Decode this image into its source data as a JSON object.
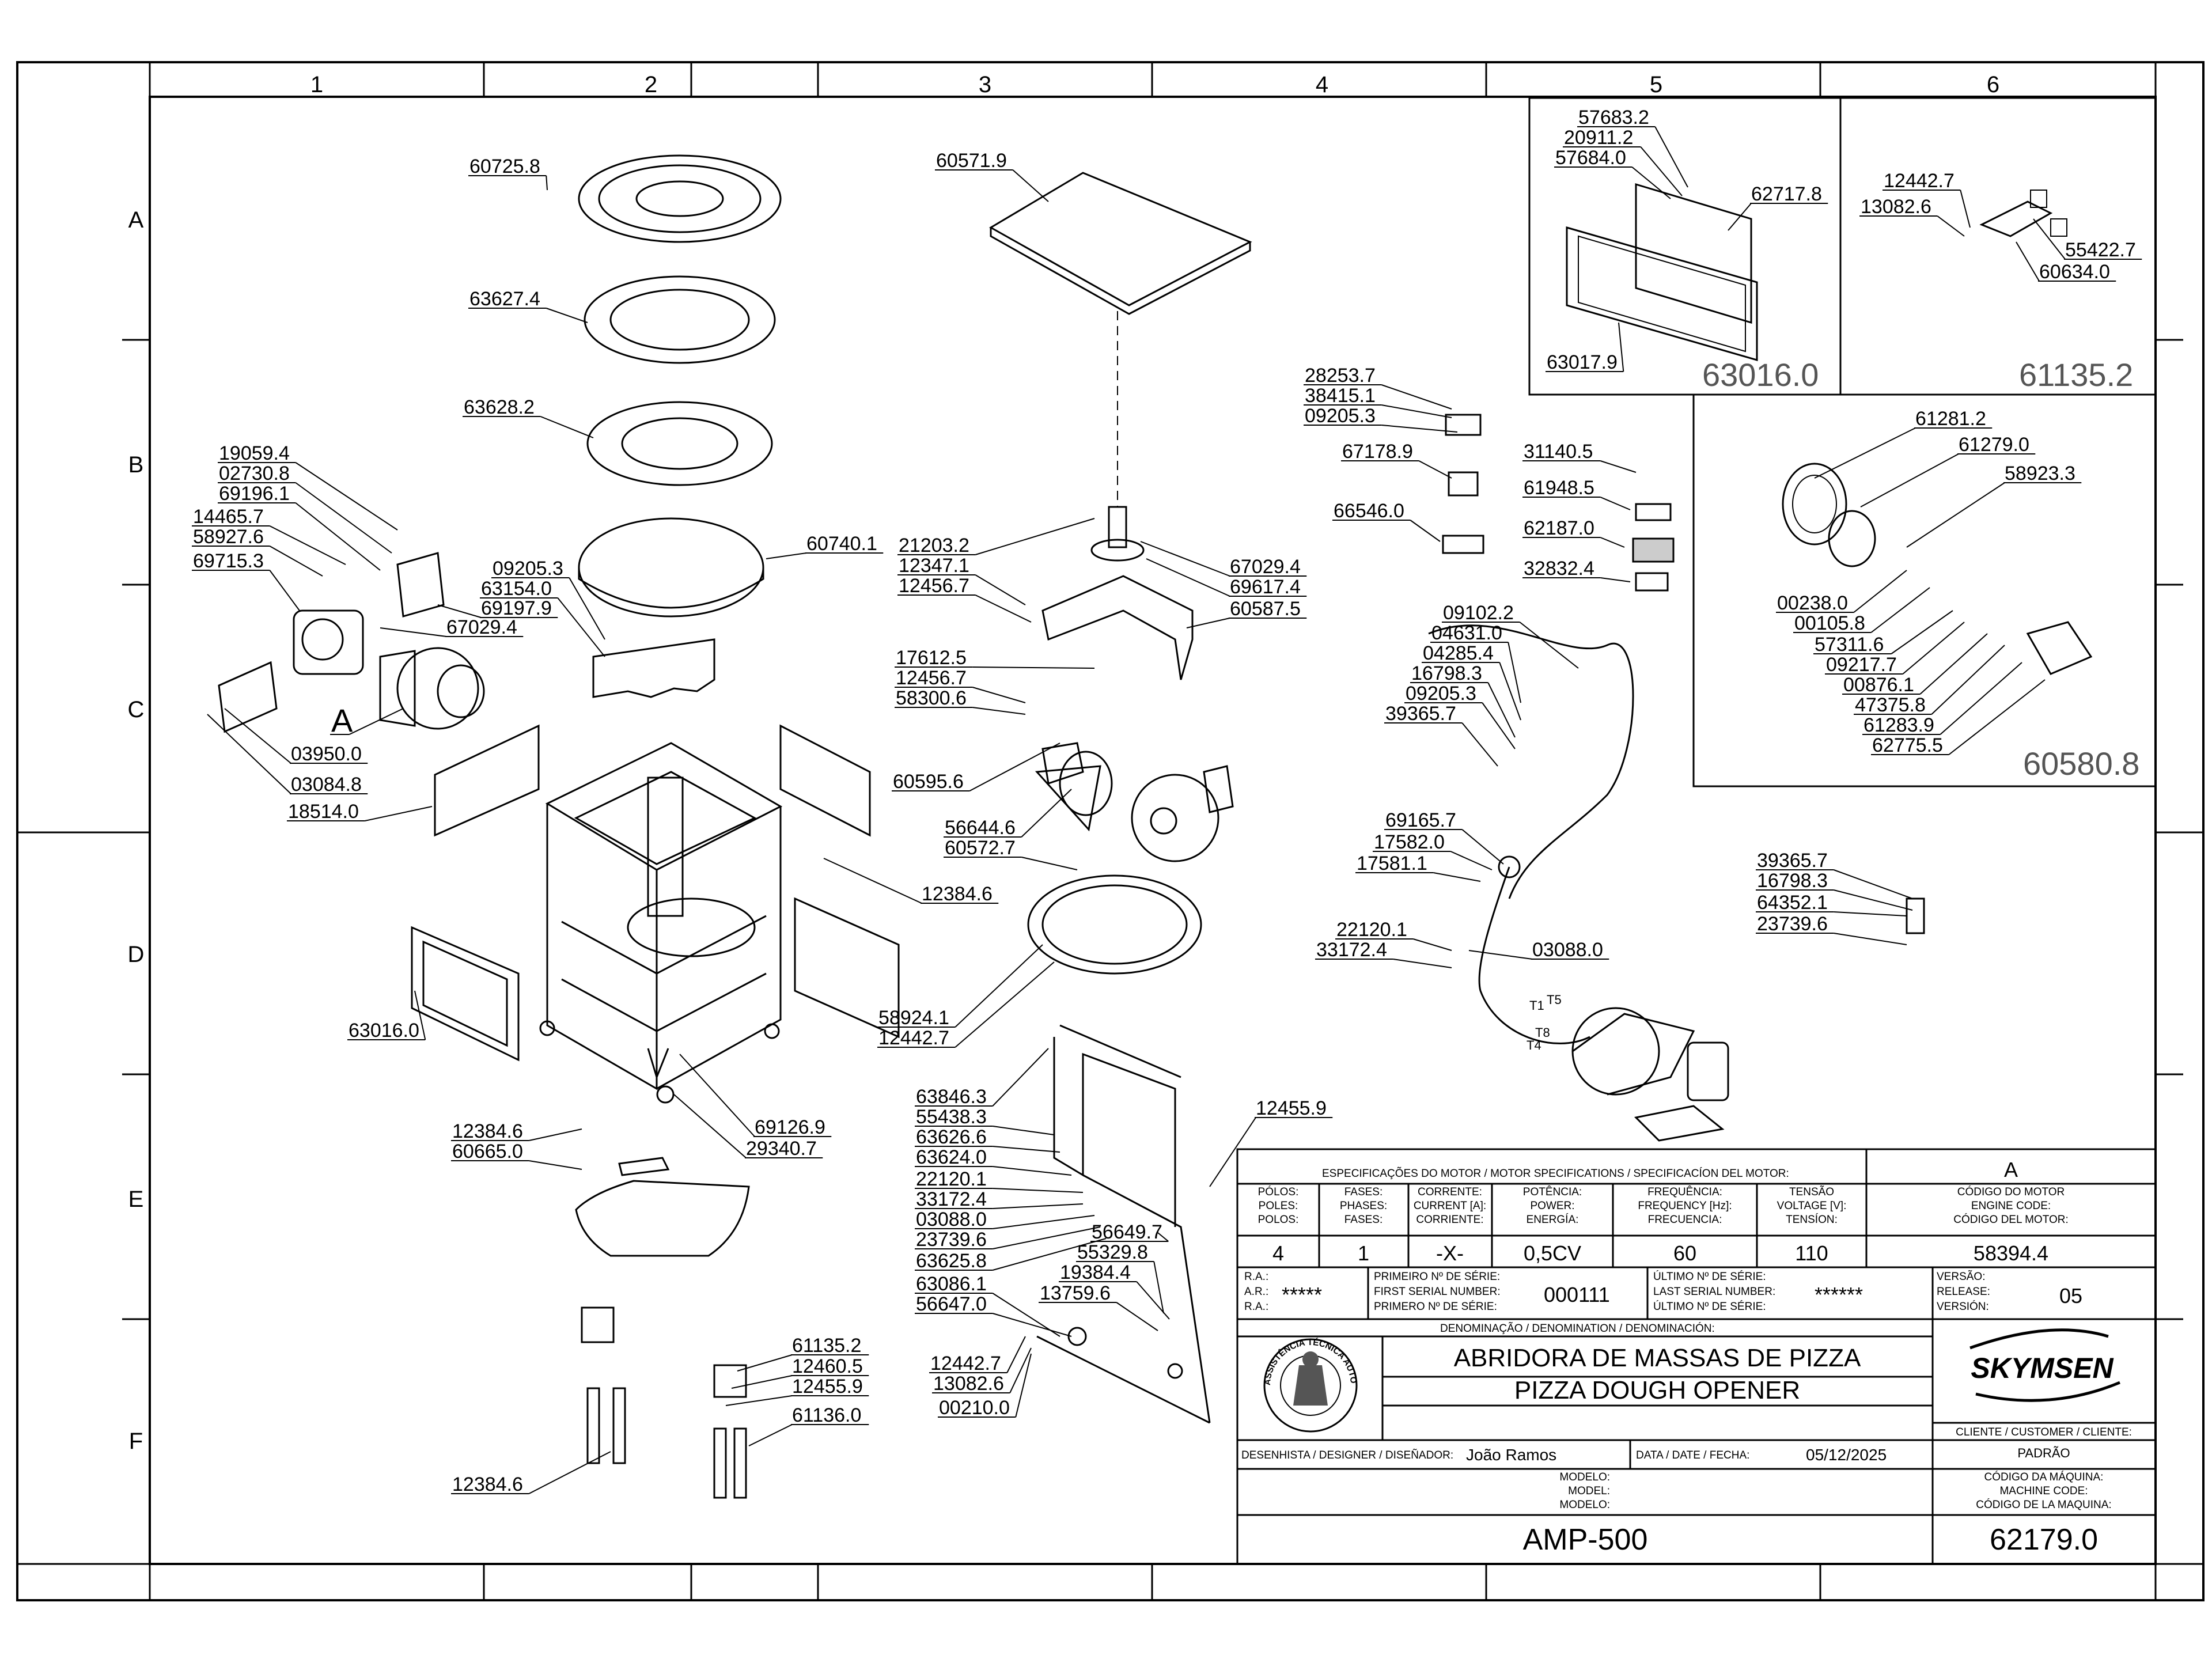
{
  "grid": {
    "columns": [
      "1",
      "2",
      "3",
      "4",
      "5",
      "6"
    ],
    "rows": [
      "A",
      "B",
      "C",
      "D",
      "E",
      "F"
    ]
  },
  "callouts": {
    "left_group": [
      "60725.8",
      "63627.4",
      "63628.2",
      "60740.1",
      "19059.4",
      "02730.8",
      "69196.1",
      "14465.7",
      "58927.6",
      "69715.3",
      "09205.3",
      "63154.0",
      "69197.9",
      "67029.4",
      "A",
      "03950.0",
      "03084.8",
      "18514.0",
      "63016.0",
      "12384.6",
      "60665.0",
      "69126.9",
      "29340.7"
    ],
    "center_group": [
      "60571.9",
      "21203.2",
      "12347.1",
      "12456.7",
      "67029.4",
      "69617.4",
      "60587.5",
      "17612.5",
      "12456.7",
      "58300.6",
      "60595.6",
      "56644.6",
      "60572.7",
      "12384.6",
      "58924.1",
      "12442.7"
    ],
    "bottom_group": [
      "61135.2",
      "12460.5",
      "12455.9",
      "61136.0",
      "12384.6",
      "63846.3",
      "55438.3",
      "63626.6",
      "63624.0",
      "22120.1",
      "33172.4",
      "03088.0",
      "23739.6",
      "63625.8",
      "63086.1",
      "56647.0",
      "56649.7",
      "55329.8",
      "19384.4",
      "13759.6",
      "12442.7",
      "13082.6",
      "00210.0",
      "12455.9"
    ],
    "electrical_group": [
      "28253.7",
      "38415.1",
      "09205.3",
      "67178.9",
      "31140.5",
      "61948.5",
      "66546.0",
      "62187.0",
      "32832.4",
      "09102.2",
      "04631.0",
      "04285.4",
      "16798.3",
      "09205.3",
      "39365.7",
      "69165.7",
      "17582.0",
      "17581.1",
      "22120.1",
      "33172.4",
      "03088.0",
      "39365.7",
      "16798.3",
      "64352.1",
      "23739.6"
    ],
    "motor_labels": [
      "T1",
      "T5",
      "T8",
      "T4"
    ],
    "inset_63016": [
      "57683.2",
      "20911.2",
      "57684.0",
      "62717.8",
      "63017.9"
    ],
    "inset_61135": [
      "12442.7",
      "13082.6",
      "55422.7",
      "60634.0"
    ],
    "inset_60580": [
      "61281.2",
      "61279.0",
      "58923.3",
      "00238.0",
      "00105.8",
      "57311.6",
      "09217.7",
      "00876.1",
      "47375.8",
      "61283.9",
      "62775.5"
    ]
  },
  "insets": {
    "a": "63016.0",
    "b": "61135.2",
    "c": "60580.8"
  },
  "title_block": {
    "motor_spec_title": "ESPECIFICAÇÕES DO MOTOR / MOTOR SPECIFICATIONS / SPECIFICACÍON DEL MOTOR:",
    "rev_letter": "A",
    "headers": [
      {
        "l1": "PÓLOS:",
        "l2": "POLES:",
        "l3": "POLOS:",
        "value": "4"
      },
      {
        "l1": "FASES:",
        "l2": "PHASES:",
        "l3": "FASES:",
        "value": "1"
      },
      {
        "l1": "CORRENTE:",
        "l2": "CURRENT [A]:",
        "l3": "CORRIENTE:",
        "value": "-X-"
      },
      {
        "l1": "POTÊNCIA:",
        "l2": "POWER:",
        "l3": "ENERGÍA:",
        "value": "0,5CV"
      },
      {
        "l1": "FREQUÊNCIA:",
        "l2": "FREQUENCY [Hz]:",
        "l3": "FRECUENCIA:",
        "value": "60"
      },
      {
        "l1": "TENSÃO",
        "l2": "VOLTAGE [V]:",
        "l3": "TENSÍON:",
        "value": "110"
      },
      {
        "l1": "CÓDIGO DO MOTOR",
        "l2": "ENGINE CODE:",
        "l3": "CÓDIGO DEL MOTOR:",
        "value": "58394.4"
      }
    ],
    "ra_labels": [
      "R.A.:",
      "A.R.:",
      "R.A.:"
    ],
    "ra_value": "*****",
    "first_serial_labels": [
      "PRIMEIRO Nº DE SÉRIE:",
      "FIRST SERIAL NUMBER:",
      "PRIMERO Nº DE SÉRIE:"
    ],
    "first_serial_value": "000111",
    "last_serial_labels": [
      "ÚLTIMO Nº DE SÉRIE:",
      "LAST SERIAL NUMBER:",
      "ÚLTIMO Nº DE SÉRIE:"
    ],
    "last_serial_value": "******",
    "version_labels": [
      "VERSÃO:",
      "RELEASE:",
      "VERSIÓN:"
    ],
    "version_value": "05",
    "denomination_label": "DENOMINAÇÃO / DENOMINATION / DENOMINACIÓN:",
    "name_pt": "ABRIDORA DE MASSAS DE PIZZA",
    "name_en": "PIZZA DOUGH OPENER",
    "seal_text": "ASSISTÊNCIA TÉCNICA AUTORIZADA",
    "brand": "SKYMSEN",
    "client_label": "CLIENTE / CUSTOMER / CLIENTE:",
    "client_value": "PADRÃO",
    "designer_label": "DESENHISTA / DESIGNER / DISEÑADOR:",
    "designer_value": "João Ramos",
    "date_label": "DATA / DATE / FECHA:",
    "date_value": "05/12/2025",
    "machine_code_labels": [
      "CÓDIGO DA MÁQUINA:",
      "MACHINE CODE:",
      "CÓDIGO DE LA MAQUINA:"
    ],
    "model_labels": [
      "MODELO:",
      "MODEL:",
      "MODELO:"
    ],
    "model_value": "AMP-500",
    "machine_code_value": "62179.0"
  }
}
